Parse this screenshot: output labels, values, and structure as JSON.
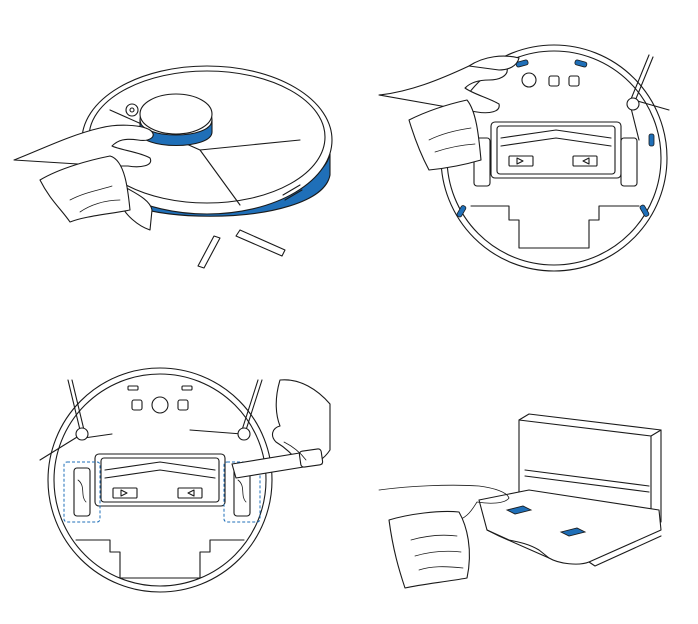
{
  "colors": {
    "accent": "#1f6fb8",
    "accent_light": "#a9cbe8",
    "line": "#1a1a1a",
    "background": "#ffffff"
  },
  "panels": [
    {
      "id": "wipe-top-sensor",
      "icon": "robot-top-wipe-icon"
    },
    {
      "id": "wipe-bottom-sensors",
      "icon": "robot-bottom-wipe-icon"
    },
    {
      "id": "brush-wheel-sensors",
      "icon": "robot-bottom-brush-icon"
    },
    {
      "id": "wipe-dock-contacts",
      "icon": "dock-wipe-icon"
    }
  ]
}
